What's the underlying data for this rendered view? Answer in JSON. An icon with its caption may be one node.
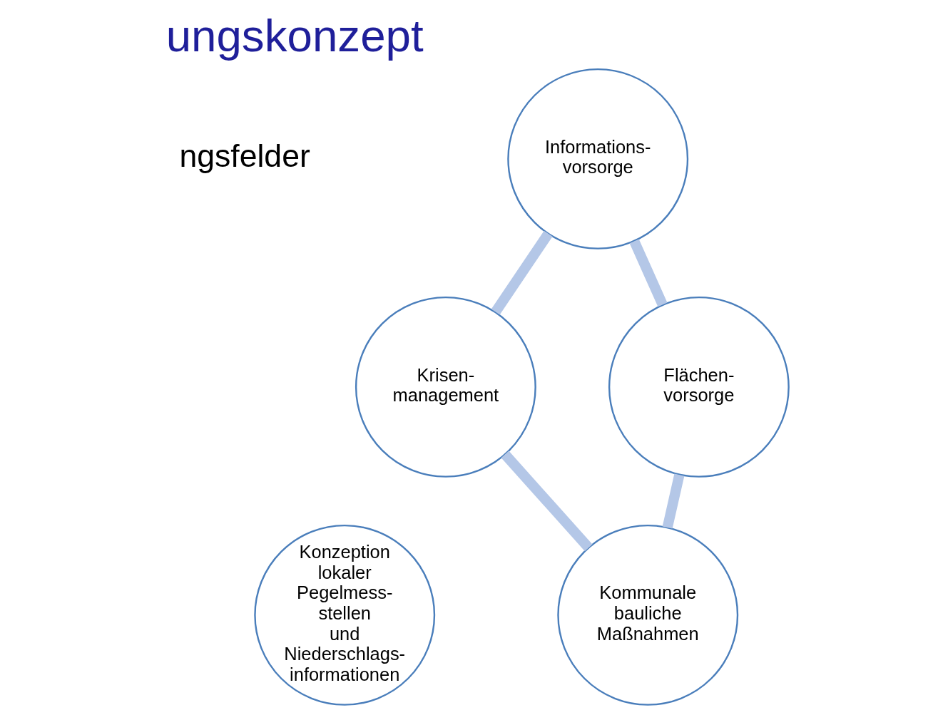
{
  "diagram": {
    "title": "ungskonzept",
    "nodes": [
      {
        "text": [
          "Informations- vorsorge"
        ]
      },
      {
        "text": [
          "Flächen- vorsorge"
        ]
      },
      {
        "text": [
          "Kommunale bauliche Maßnahmen"
        ]
      },
      {
        "text": [
          "Krisen- management"
        ]
      },
      {
        "text": [
          "Konzeption lokaler Pegelmess- stellen und Niederschlags- informationen"
        ]
      }
    ],
    "edges": [
      {
        "from": 0,
        "to": 1,
        "arrow": "none"
      },
      {
        "from": 1,
        "to": 2,
        "arrow": "none"
      },
      {
        "from": 2,
        "to": 3,
        "arrow": "none"
      },
      {
        "from": 3,
        "to": 0,
        "arrow": "none"
      }
    ],
    "labels": [
      "ngsfelder"
    ]
  }
}
